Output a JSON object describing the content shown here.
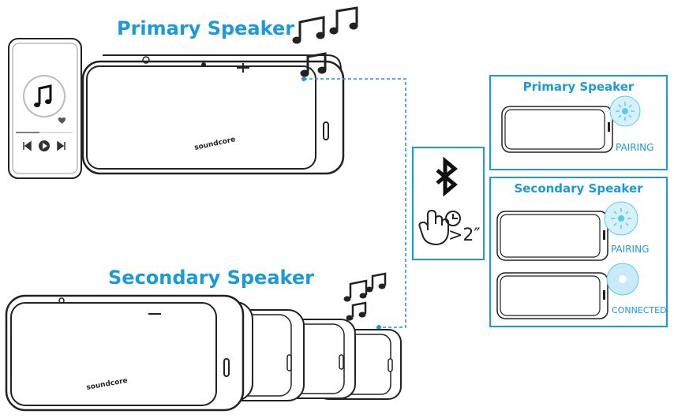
{
  "primary_title": "Primary Speaker",
  "secondary_title": "Secondary Speaker",
  "brand": "soundcore",
  "hold_time": ">2″",
  "panels": {
    "primary": {
      "title": "Primary Speaker",
      "status": "PAIRING"
    },
    "secondary": {
      "title": "Secondary Speaker",
      "status_pairing": "PAIRING",
      "status_connected": "CONNECTED"
    }
  },
  "icons": [
    "music-note-icon",
    "bluetooth-icon",
    "hand-press-icon",
    "clock-icon",
    "play-icon",
    "previous-icon",
    "next-icon",
    "heart-icon"
  ],
  "colors": {
    "accent": "#1a9ad6",
    "stroke": "#222222",
    "led": "#5bc9ec"
  }
}
